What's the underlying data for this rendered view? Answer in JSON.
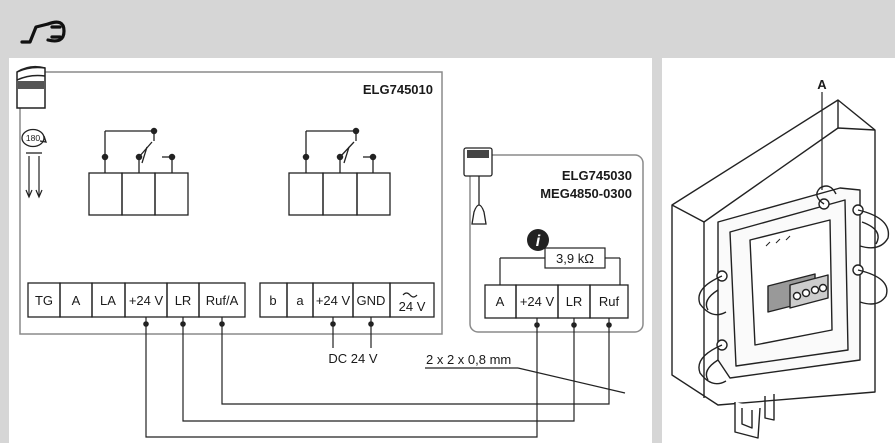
{
  "main_unit": {
    "model": "ELG745010",
    "rotation_label": "180",
    "terminals": [
      "TG",
      "A",
      "LA",
      "+24 V",
      "LR",
      "Ruf/A"
    ],
    "power_terminals": [
      "b",
      "a",
      "+24 V",
      "GND"
    ],
    "ac_terminal": "24 V",
    "dc_label": "DC 24 V"
  },
  "call_unit": {
    "model_1": "ELG745030",
    "model_2": "MEG4850-0300",
    "info_icon": "i",
    "resistor_label": "3,9 kΩ",
    "terminals": [
      "A",
      "+24 V",
      "LR",
      "Ruf"
    ]
  },
  "cable_label": "2 x 2 x 0,8 mm",
  "device_callout": "A",
  "icons": {
    "header": "power-plug-icon",
    "rotation": "rotate-180-icon",
    "pull_cord": "pull-cord-switch-icon",
    "info": "info-icon"
  },
  "colors": {
    "header_band": "#d6d6d6",
    "line": "#222222",
    "panel_border": "#8a8a8a"
  }
}
